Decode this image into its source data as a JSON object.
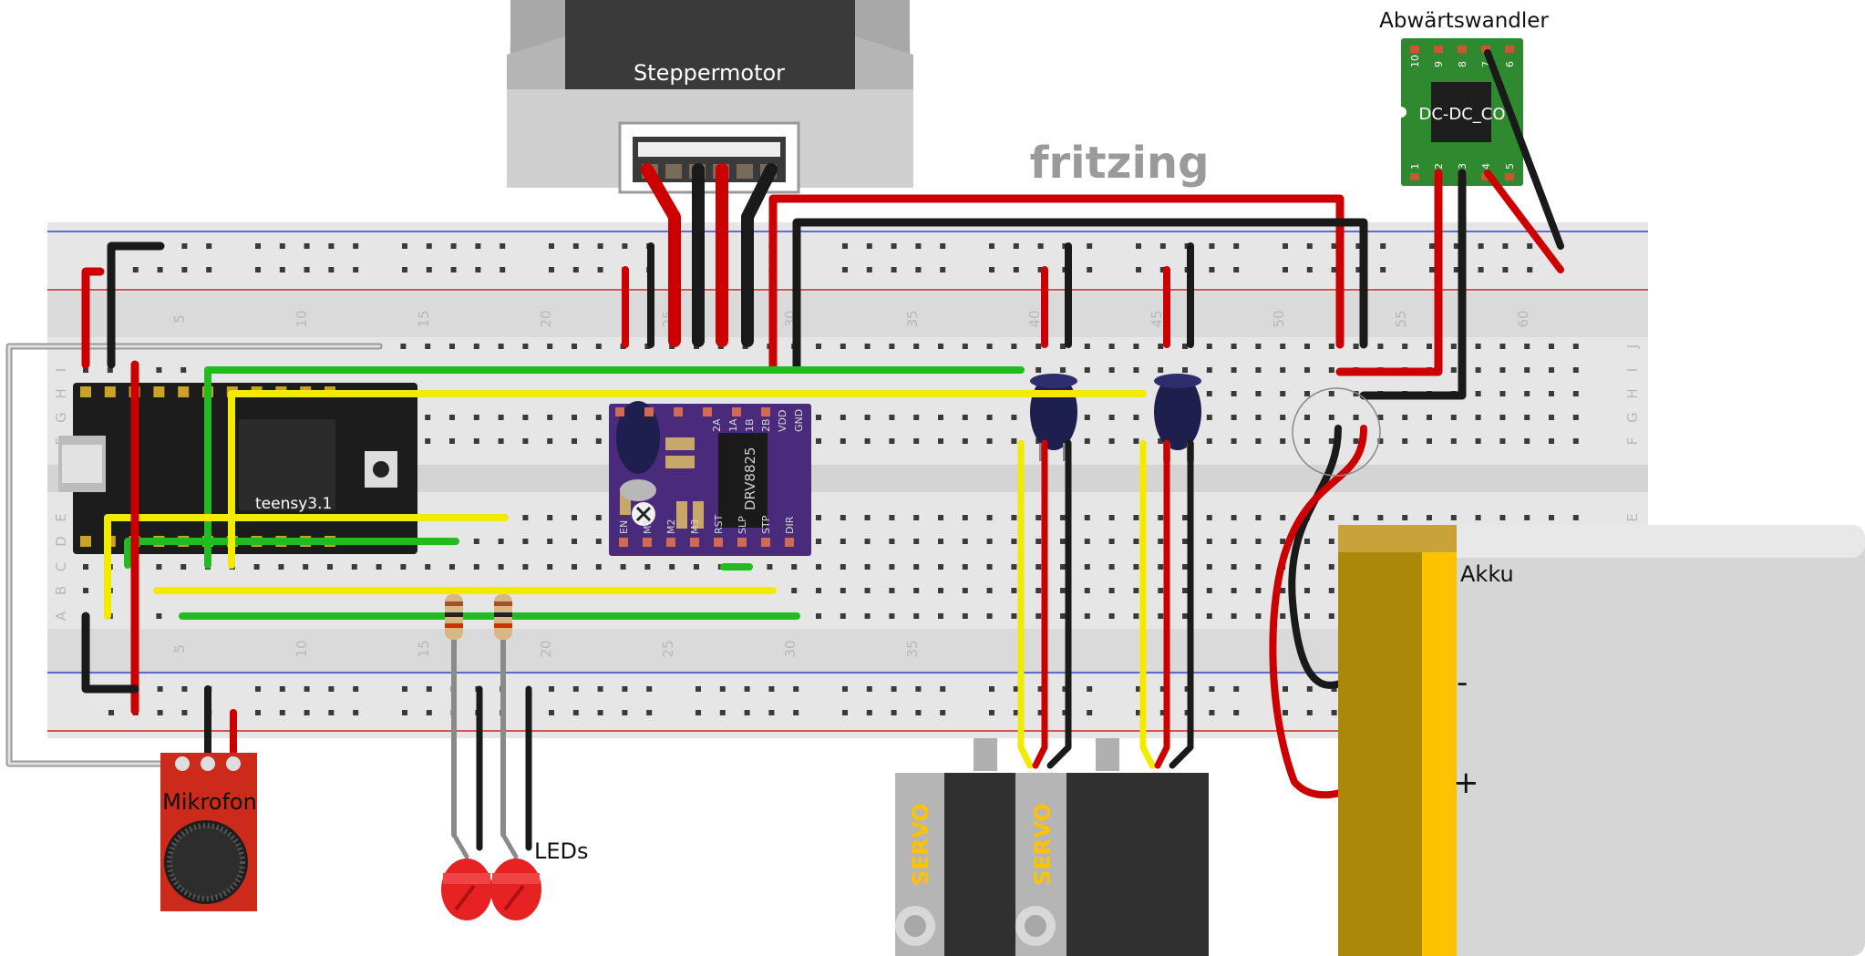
{
  "labels": {
    "stepper": "Steppermotor",
    "buck": "Abwärtswandler",
    "buck_chip": "DC-DC_CO",
    "brand": "fritzing",
    "teensy": "teensy3.1",
    "driver_chip": "DRV8825",
    "battery": "Akku",
    "battery_minus": "-",
    "battery_plus": "+",
    "mic": "Mikrofon",
    "leds": "LEDs",
    "servo_1": "SERVO",
    "servo_2": "SERVO"
  },
  "breadboard": {
    "column_numbers_top": [
      "5",
      "10",
      "15",
      "20",
      "25",
      "30",
      "35",
      "40",
      "45",
      "50",
      "55",
      "60"
    ],
    "column_numbers_bottom": [
      "5",
      "10",
      "15",
      "20",
      "25",
      "30",
      "35"
    ],
    "row_letters_left": [
      "J",
      "I",
      "H",
      "G",
      "F",
      "E",
      "D",
      "C",
      "B",
      "A"
    ],
    "row_letters_right": [
      "J",
      "I",
      "H",
      "G",
      "F",
      "E"
    ]
  },
  "driver_pins_top": [
    "EN",
    "M1",
    "M2",
    "M3",
    "RST",
    "SLP",
    "STP",
    "DIR"
  ],
  "driver_pins_bottom": [
    "2A",
    "1A",
    "1B",
    "2B",
    "VDD",
    "GND"
  ],
  "buck_pins_top": [
    "10",
    "9",
    "8",
    "7",
    "6"
  ],
  "buck_pins_bottom": [
    "1",
    "2",
    "3",
    "4",
    "5"
  ],
  "colors": {
    "wire_red": "#cc0000",
    "wire_black": "#1a1a1a",
    "wire_green": "#22bb22",
    "wire_yellow": "#f2ea00",
    "wire_grey": "#9a9a9a",
    "breadboard": "#e6e6e6",
    "teensy": "#1c1c1c",
    "driver_board": "#4a2a7a",
    "buck_board": "#2f8a2f",
    "battery": "#ffc200",
    "mic_board": "#cc2a1a"
  }
}
